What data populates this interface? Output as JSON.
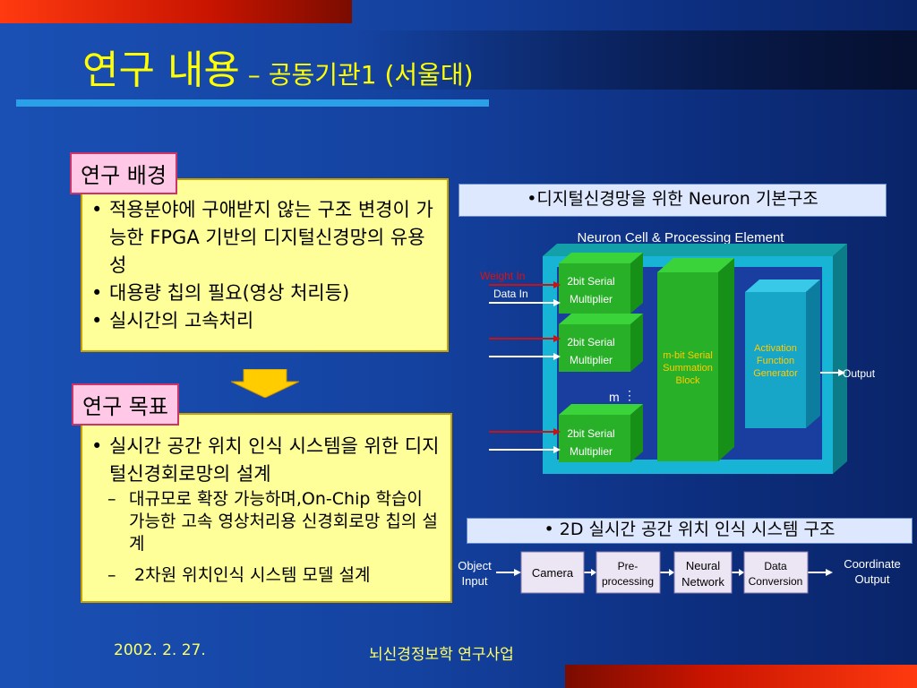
{
  "title": {
    "main": "연구 내용",
    "dash": " – ",
    "sub": "공동기관1 (서울대)"
  },
  "background_tag": "연구 배경",
  "background_items": [
    "적용분야에 구애받지 않는 구조 변경이 가능한 FPGA 기반의 디지털신경망의  유용성",
    "대용량 칩의 필요(영상 처리등)",
    "실시간의 고속처리"
  ],
  "goal_tag": "연구 목표",
  "goal_main": "실시간 공간 위치 인식 시스템을 위한 디지털신경회로망의 설계",
  "goal_sub1": "대규모로 확장 가능하며,On-Chip 학습이 가능한 고속 영상처리용 신경회로망 칩의 설계",
  "goal_sub2": "2차원 위치인식 시스템 모델 설계",
  "neuron_heading": "•디지털신경망을 위한 Neuron 기본구조",
  "neuron_diagram": {
    "title": "Neuron Cell & Processing Element",
    "weight_in": "Weight In",
    "data_in": "Data In",
    "multiplier_label1": "2bit Serial",
    "multiplier_label2": "Multiplier",
    "m_label": "m",
    "sum_label": [
      "m-bit Serial",
      "Summation",
      "Block"
    ],
    "activation_label": [
      "Activation",
      "Function",
      "Generator"
    ],
    "output": "Output"
  },
  "system_heading": "• 2D 실시간 공간 위치 인식 시스템 구조",
  "system_flow": {
    "input": [
      "Object",
      "Input"
    ],
    "blocks": [
      [
        "Camera"
      ],
      [
        "Pre-",
        "processing"
      ],
      [
        "Neural",
        "Network"
      ],
      [
        "Data",
        "Conversion"
      ]
    ],
    "output": [
      "Coordinate",
      "Output"
    ]
  },
  "footer": {
    "date": "2002. 2. 27.",
    "project": "뇌신경정보학 연구사업"
  },
  "colors": {
    "title": "#ffff00",
    "tag_bg": "#ffc8e6",
    "box_bg": "#ffff99",
    "block_green": "#2db82d",
    "block_cyan": "#17a5c8"
  }
}
